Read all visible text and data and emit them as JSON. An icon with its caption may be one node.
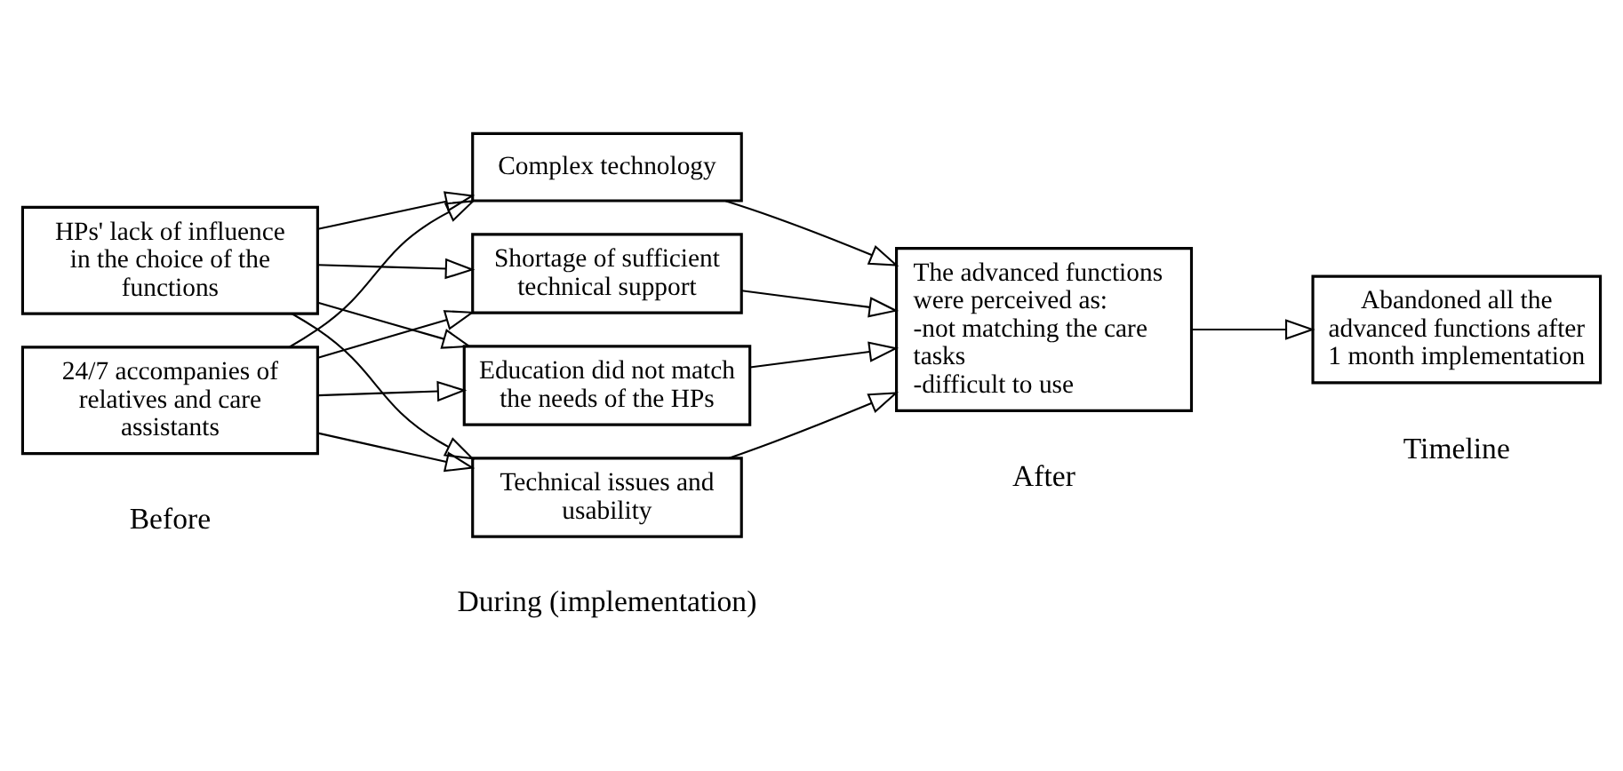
{
  "diagram": {
    "nodes": [
      {
        "text": [
          "HPs' lack of influence in the choice of the functions"
        ]
      },
      {
        "text": [
          "24/7 accompanies of relatives and care assistants"
        ]
      },
      {
        "text": [
          "Complex technology"
        ]
      },
      {
        "text": [
          "Shortage of sufficient technical support"
        ]
      },
      {
        "text": [
          "Education did not match the needs of the HPs"
        ]
      },
      {
        "text": [
          "Technical issues and usability"
        ]
      },
      {
        "text": [
          "The advanced functions were perceived as:",
          "-not matching the care tasks",
          "-difficult to use"
        ]
      },
      {
        "text": [
          "Abandoned all the advanced functions after 1 month implementation"
        ]
      }
    ],
    "edges": [
      {
        "from": 0,
        "to": 2,
        "arrow": "to"
      },
      {
        "from": 0,
        "to": 3,
        "arrow": "to"
      },
      {
        "from": 0,
        "to": 4,
        "arrow": "to"
      },
      {
        "from": 0,
        "to": 5,
        "arrow": "to"
      },
      {
        "from": 1,
        "to": 2,
        "arrow": "to"
      },
      {
        "from": 1,
        "to": 3,
        "arrow": "to"
      },
      {
        "from": 1,
        "to": 4,
        "arrow": "to"
      },
      {
        "from": 1,
        "to": 5,
        "arrow": "to"
      },
      {
        "from": 2,
        "to": 6,
        "arrow": "to"
      },
      {
        "from": 3,
        "to": 6,
        "arrow": "to"
      },
      {
        "from": 4,
        "to": 6,
        "arrow": "to"
      },
      {
        "from": 5,
        "to": 6,
        "arrow": "to"
      },
      {
        "from": 6,
        "to": 7,
        "arrow": "to"
      }
    ],
    "labels": [
      "Before",
      "During (implementation)",
      "After",
      "Timeline"
    ]
  }
}
